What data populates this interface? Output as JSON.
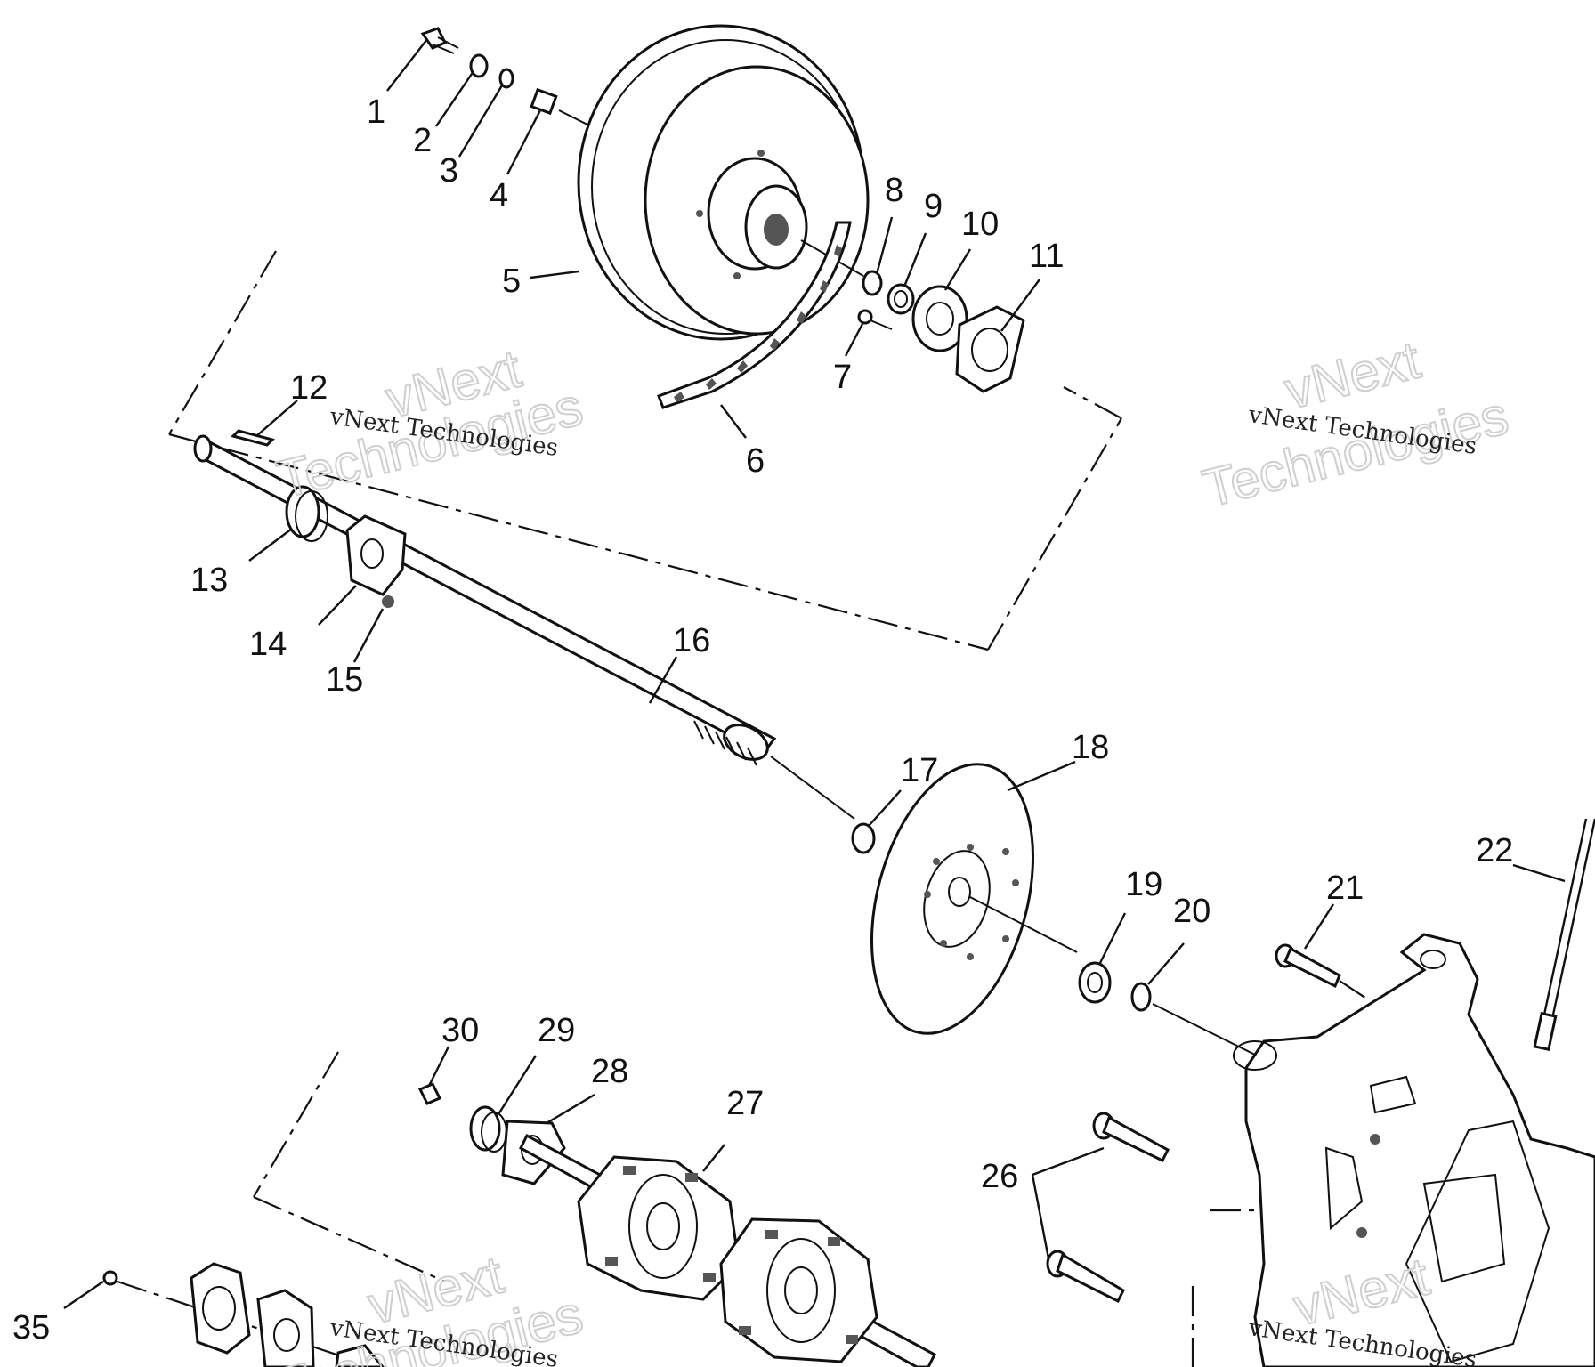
{
  "diagram": {
    "callouts": [
      "1",
      "2",
      "3",
      "4",
      "5",
      "6",
      "7",
      "8",
      "9",
      "10",
      "11",
      "12",
      "13",
      "14",
      "15",
      "16",
      "17",
      "18",
      "19",
      "20",
      "21",
      "22",
      "26",
      "27",
      "28",
      "29",
      "30",
      "35"
    ]
  },
  "watermarks": {
    "small": "vNext Technologies",
    "big_line1": "vNext",
    "big_line2": "Technologies"
  },
  "colors": {
    "ink": "#111111",
    "paper": "#ffffff",
    "watermark": "#cfcfcf"
  }
}
